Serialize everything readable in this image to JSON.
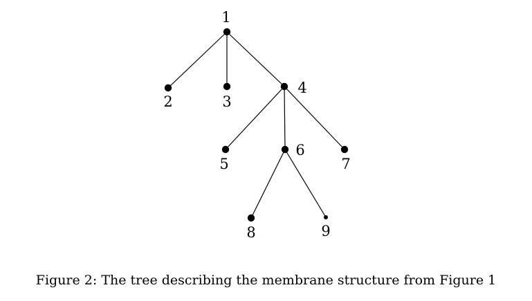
{
  "tree": {
    "nodes": [
      {
        "id": "1",
        "label": "1",
        "size": "large"
      },
      {
        "id": "2",
        "label": "2",
        "size": "large"
      },
      {
        "id": "3",
        "label": "3",
        "size": "large"
      },
      {
        "id": "4",
        "label": "4",
        "size": "large"
      },
      {
        "id": "5",
        "label": "5",
        "size": "large"
      },
      {
        "id": "6",
        "label": "6",
        "size": "large"
      },
      {
        "id": "7",
        "label": "7",
        "size": "large"
      },
      {
        "id": "8",
        "label": "8",
        "size": "large"
      },
      {
        "id": "9",
        "label": "9",
        "size": "small"
      }
    ],
    "edges": [
      [
        "1",
        "2"
      ],
      [
        "1",
        "3"
      ],
      [
        "1",
        "4"
      ],
      [
        "4",
        "5"
      ],
      [
        "4",
        "6"
      ],
      [
        "4",
        "7"
      ],
      [
        "6",
        "8"
      ],
      [
        "6",
        "9"
      ]
    ]
  },
  "caption": "Figure 2: The tree describing the membrane structure from Figure 1"
}
